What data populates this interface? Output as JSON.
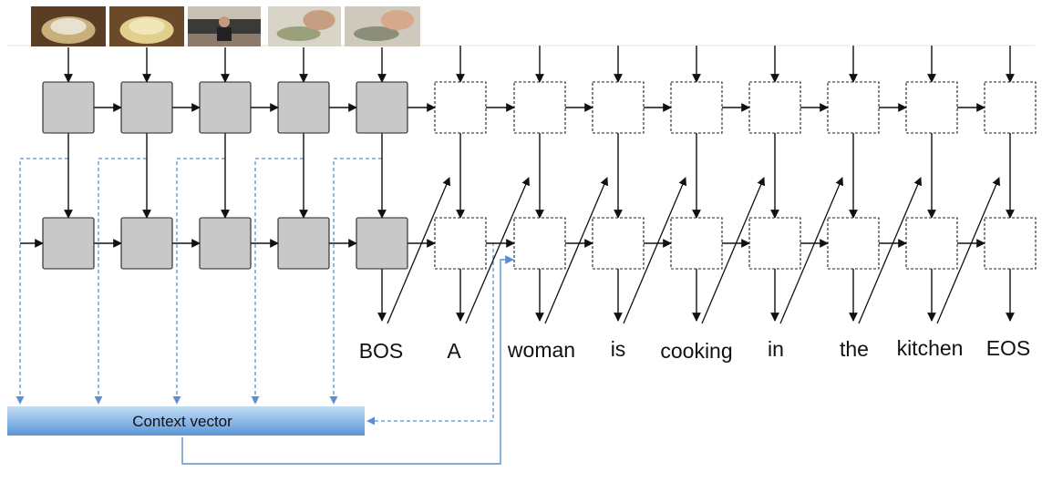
{
  "frames": [
    {
      "name": "frame-1",
      "colors": [
        "#5a3d24",
        "#c7b07a",
        "#e9e1cf"
      ]
    },
    {
      "name": "frame-2",
      "colors": [
        "#6b4a2a",
        "#e2cf8d",
        "#f1e6b8"
      ]
    },
    {
      "name": "frame-3",
      "colors": [
        "#3c3a36",
        "#8c7b6a",
        "#c9c1b4"
      ]
    },
    {
      "name": "frame-4",
      "colors": [
        "#d8d4c8",
        "#9aa07a",
        "#c89e82"
      ]
    },
    {
      "name": "frame-5",
      "colors": [
        "#cfc9bd",
        "#8b8e78",
        "#d5a98a"
      ]
    }
  ],
  "words": [
    "BOS",
    "A",
    "woman",
    "is",
    "cooking",
    "in",
    "the",
    "kitchen",
    "EOS"
  ],
  "context_label": "Context vector",
  "colors": {
    "encoder_cell": "#c8c8c8",
    "decoder_cell": "#ffffff",
    "arrow": "#111111",
    "attention_arrow": "#5b8fd0",
    "context_top": "#b9d6f2",
    "context_bottom": "#5a96d6"
  }
}
